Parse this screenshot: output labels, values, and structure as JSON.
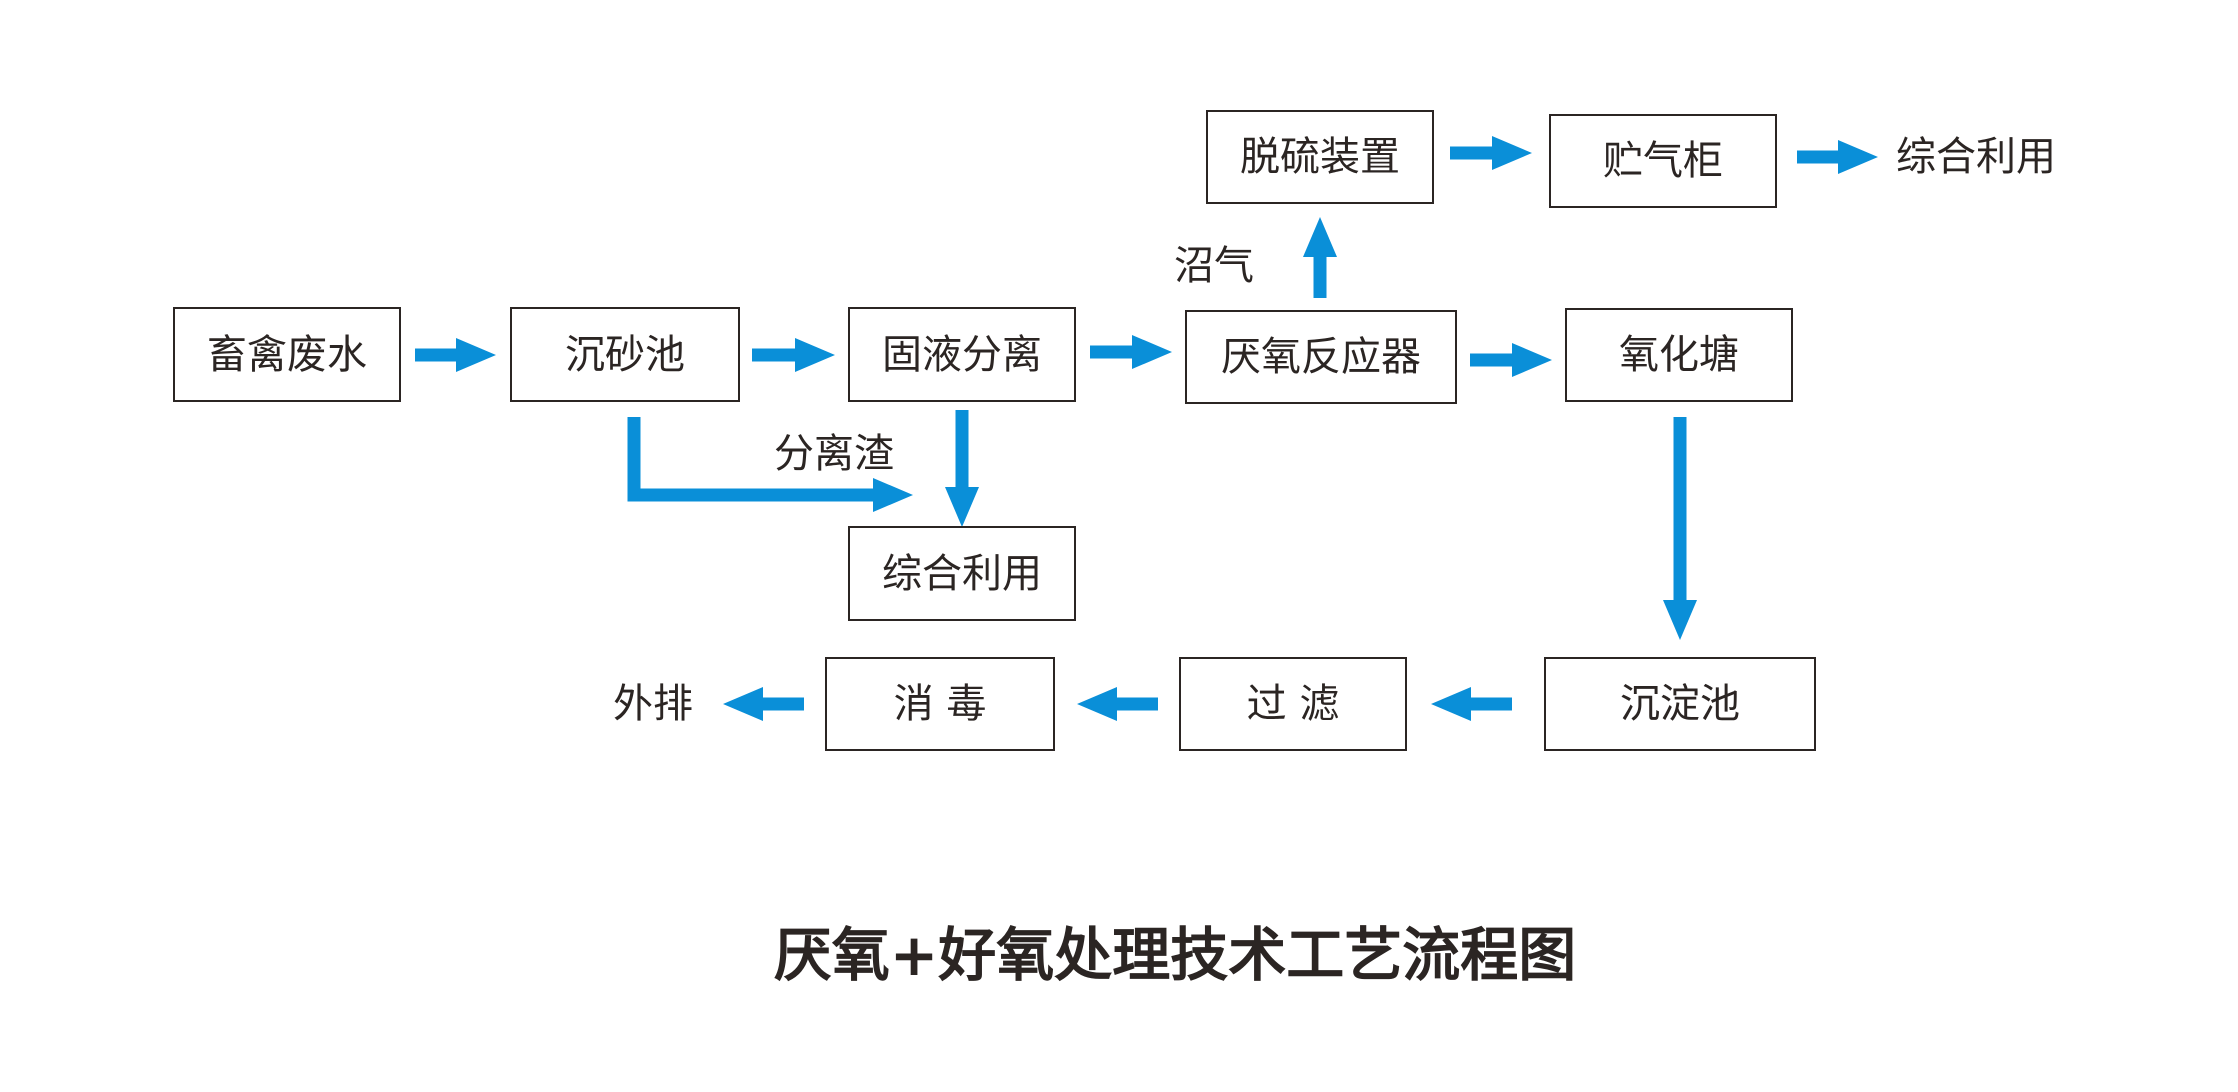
{
  "title": "厌氧+好氧处理技术工艺流程图",
  "colors": {
    "arrow": "#0a8fd8",
    "box_border": "#2b2523",
    "text": "#2b2523",
    "background": "#ffffff"
  },
  "nodes": {
    "wastewater": "畜禽废水",
    "grit_chamber": "沉砂池",
    "solid_liquid_separation": "固液分离",
    "anaerobic_reactor": "厌氧反应器",
    "oxidation_pond": "氧化塘",
    "desulfurization": "脱硫装置",
    "gas_holder": "贮气柜",
    "comprehensive_use_solids": "综合利用",
    "sedimentation_tank": "沉淀池",
    "filtration": "过 滤",
    "disinfection": "消 毒"
  },
  "labels": {
    "biogas": "沼气",
    "separated_residue": "分离渣",
    "gas_utilization": "综合利用",
    "discharge": "外排"
  },
  "arrow_icon": "right-arrow-icon"
}
